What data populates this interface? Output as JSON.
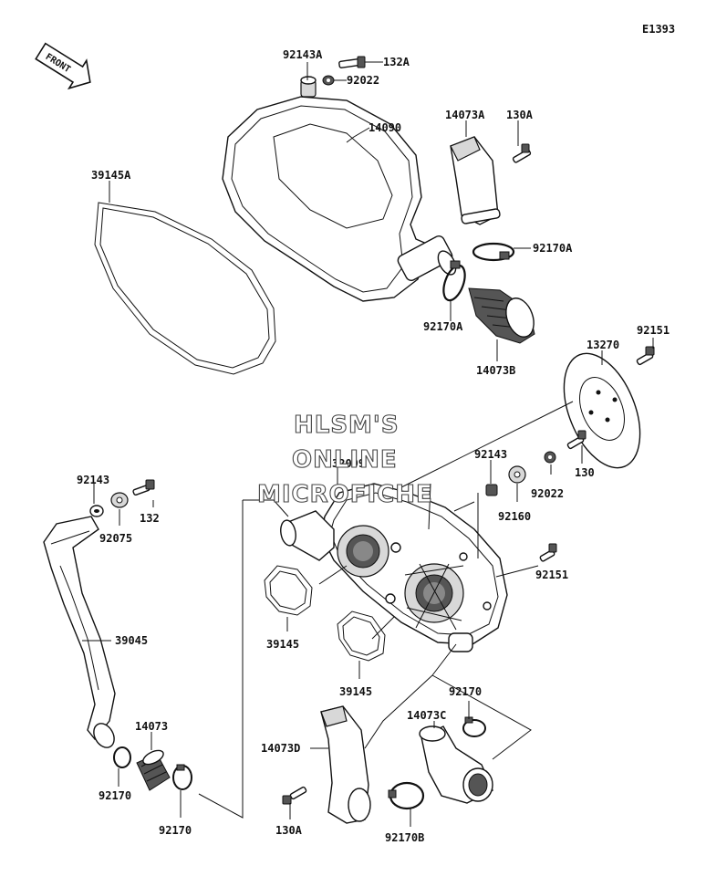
{
  "drawing_code": "E1393",
  "front_label": "FRONT",
  "watermark": [
    "HLSM'S",
    "ONLINE",
    "MICROFICHE"
  ],
  "parts": [
    {
      "id": "p-92143A",
      "label": "92143A"
    },
    {
      "id": "p-132A",
      "label": "132A"
    },
    {
      "id": "p-92022-top",
      "label": "92022"
    },
    {
      "id": "p-14090",
      "label": "14090"
    },
    {
      "id": "p-14073A",
      "label": "14073A"
    },
    {
      "id": "p-130A-top",
      "label": "130A"
    },
    {
      "id": "p-39145A",
      "label": "39145A"
    },
    {
      "id": "p-92170A-right",
      "label": "92170A"
    },
    {
      "id": "p-92170A-left",
      "label": "92170A"
    },
    {
      "id": "p-14073B",
      "label": "14073B"
    },
    {
      "id": "p-92151-top",
      "label": "92151"
    },
    {
      "id": "p-13270",
      "label": "13270"
    },
    {
      "id": "p-32099",
      "label": "32099"
    },
    {
      "id": "p-92143-right",
      "label": "92143"
    },
    {
      "id": "p-92022-right",
      "label": "92022"
    },
    {
      "id": "p-130",
      "label": "130"
    },
    {
      "id": "p-92160",
      "label": "92160"
    },
    {
      "id": "p-92143-left",
      "label": "92143"
    },
    {
      "id": "p-132",
      "label": "132"
    },
    {
      "id": "p-92075",
      "label": "92075"
    },
    {
      "id": "p-92151-mid",
      "label": "92151"
    },
    {
      "id": "p-39045",
      "label": "39045"
    },
    {
      "id": "p-39145-a",
      "label": "39145"
    },
    {
      "id": "p-39145-b",
      "label": "39145"
    },
    {
      "id": "p-92170-right",
      "label": "92170"
    },
    {
      "id": "p-14073C",
      "label": "14073C"
    },
    {
      "id": "p-14073",
      "label": "14073"
    },
    {
      "id": "p-14073D",
      "label": "14073D"
    },
    {
      "id": "p-92170-left-a",
      "label": "92170"
    },
    {
      "id": "p-92170-left-b",
      "label": "92170"
    },
    {
      "id": "p-130A-bottom",
      "label": "130A"
    },
    {
      "id": "p-92170B",
      "label": "92170B"
    }
  ]
}
